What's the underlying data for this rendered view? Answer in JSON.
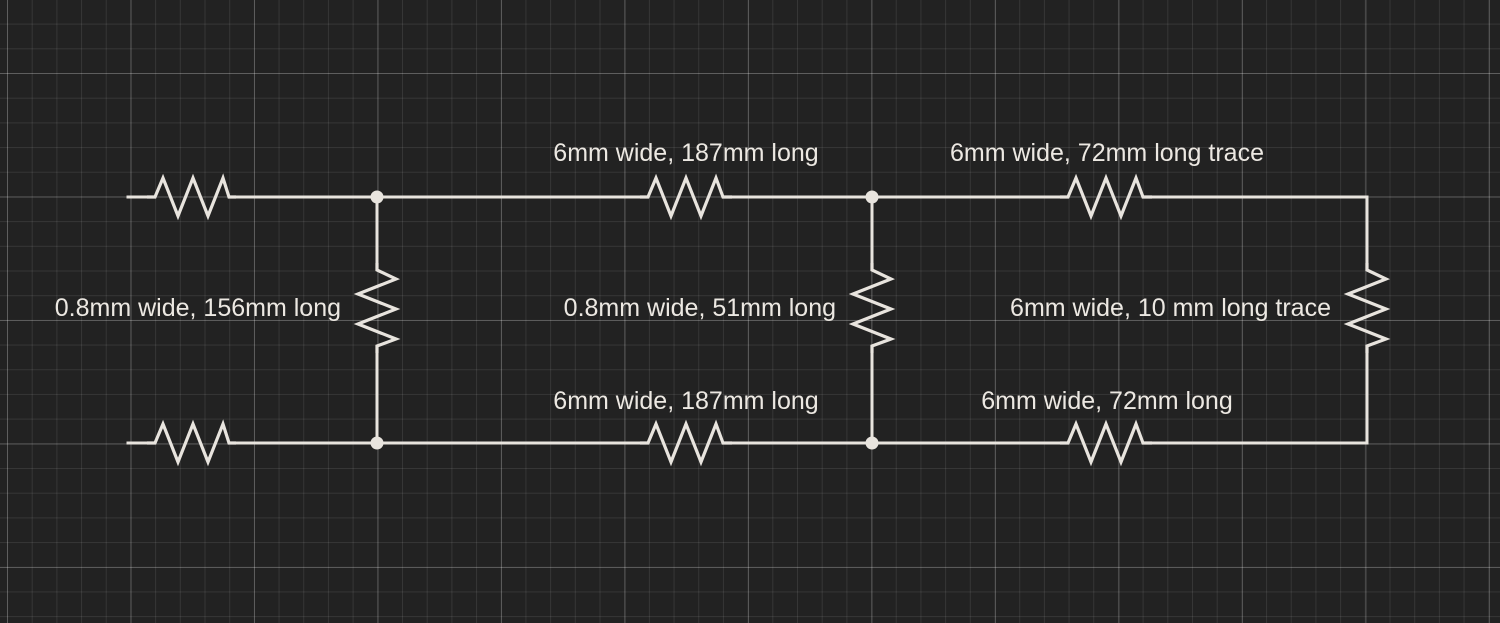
{
  "labels": {
    "left_shunt": "0.8mm wide, 156mm long",
    "top_mid": "6mm wide, 187mm long",
    "mid_shunt": "0.8mm wide, 51mm long",
    "bottom_mid": "6mm wide, 187mm long",
    "top_right": "6mm wide, 72mm long trace",
    "right_shunt": "6mm wide, 10 mm long trace",
    "bottom_right": "6mm wide, 72mm long"
  },
  "colors": {
    "background": "#222222",
    "wire": "#e8e4de",
    "text": "#ece8e2"
  }
}
